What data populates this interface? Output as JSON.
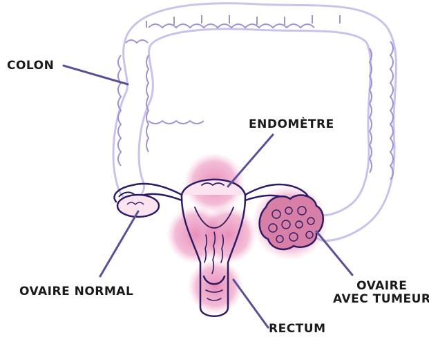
{
  "labels": {
    "colon": "COLON",
    "endometre": "ENDOMÈTRE",
    "ovaire_normal": "OVAIRE NORMAL",
    "ovaire_tumeur_line1": "OVAIRE",
    "ovaire_tumeur_line2": "AVEC TUMEUR",
    "rectum": "RECTUM"
  },
  "colors": {
    "outline": "#2d1b63",
    "colon_stroke": "#9b93d3",
    "colon_fill": "#ffffff",
    "highlight": "#e58fb8",
    "tumor": "#d77fa7",
    "leader_line": "#5b4f99",
    "text": "#1a1a1a"
  }
}
